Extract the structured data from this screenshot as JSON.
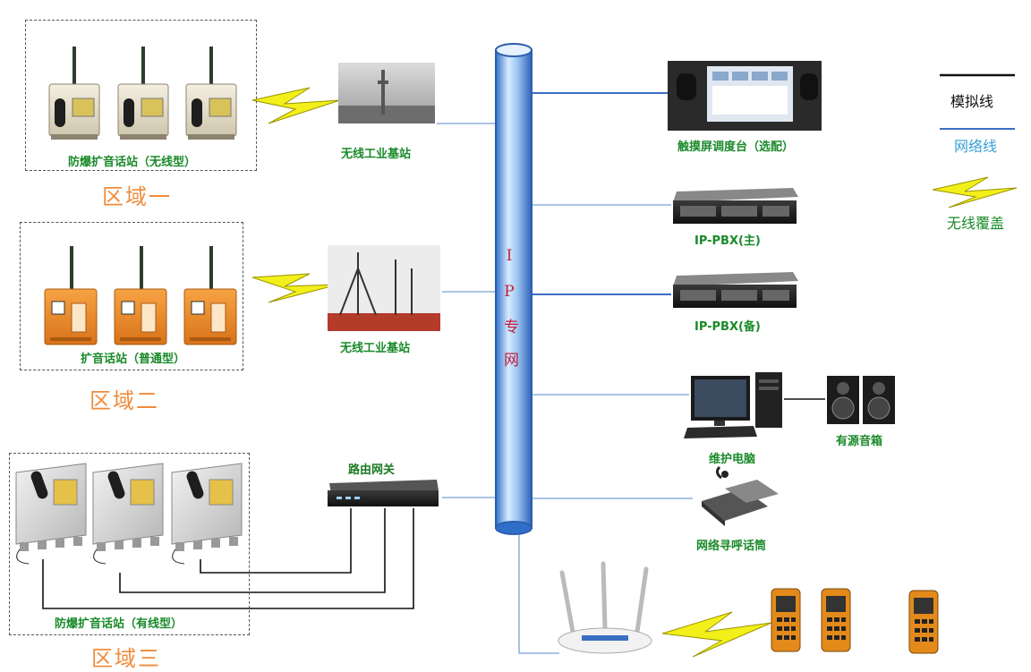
{
  "zones": [
    {
      "label": "区域一",
      "group_label": "防爆扩音话站（无线型）",
      "station_label": "无线工业基站"
    },
    {
      "label": "区域二",
      "group_label": "扩音话站（普通型）",
      "station_label": "无线工业基站"
    },
    {
      "label": "区域三",
      "group_label": "防爆扩音话站（有线型）",
      "gateway_label": "路由网关"
    }
  ],
  "backbone": {
    "label": "I P 专 网"
  },
  "devices": {
    "touch_console": "触摸屏调度台（选配）",
    "pbx_main": "IP-PBX(主)",
    "pbx_backup": "IP-PBX(备)",
    "maint_pc": "维护电脑",
    "speakers": "有源音箱",
    "paging_mic": "网络寻呼话筒"
  },
  "legend": {
    "analog": "模拟线",
    "network": "网络线",
    "wireless": "无线覆盖"
  },
  "colors": {
    "network_line": "#3a6fc4",
    "analog_line": "#111111",
    "label_green": "#1a8a2a",
    "zone_orange": "#f08c3c",
    "lightning": "#f2ef1a",
    "backbone_blue": "#7fb2e8"
  }
}
